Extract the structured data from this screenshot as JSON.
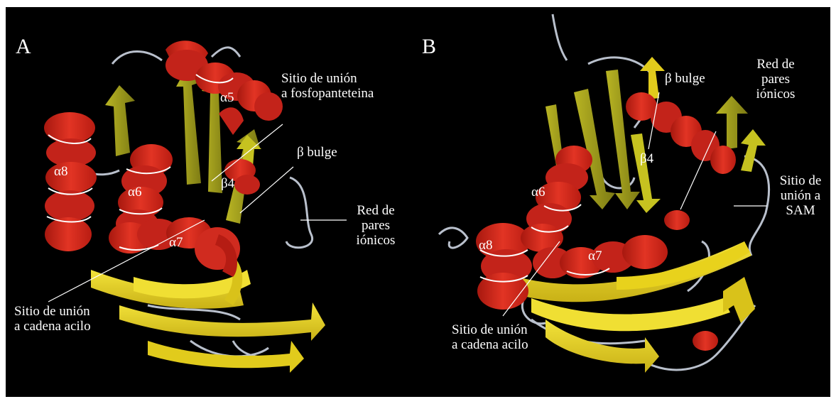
{
  "figure": {
    "panels": [
      {
        "id": "A",
        "letter": "A",
        "helices": [
          "α5",
          "α6",
          "α7",
          "α8"
        ],
        "strand_label": "β4",
        "annotations": {
          "phosphopantetheine_site": "Sitio de unión\na fosfopanteteina",
          "beta_bulge": "β bulge",
          "ion_network": "Red de\npares\niónicos",
          "acyl_site": "Sitio de unión\na cadena acilo"
        }
      },
      {
        "id": "B",
        "letter": "B",
        "helices": [
          "α6",
          "α7",
          "α8"
        ],
        "strand_label": "β4",
        "annotations": {
          "beta_bulge": "β bulge",
          "ion_network": "Red de\npares\niónicos",
          "sam_site": "Sitio de\nunión a\nSAM",
          "acyl_site": "Sitio de unión\na cadena acilo"
        }
      }
    ],
    "colors": {
      "background": "#000000",
      "helix": "#d8281e",
      "helix_shade": "#8e140e",
      "strand": "#e8d21c",
      "strand_shade": "#8a8a1a",
      "coil": "#b9c0cc",
      "label": "#ffffff"
    }
  }
}
